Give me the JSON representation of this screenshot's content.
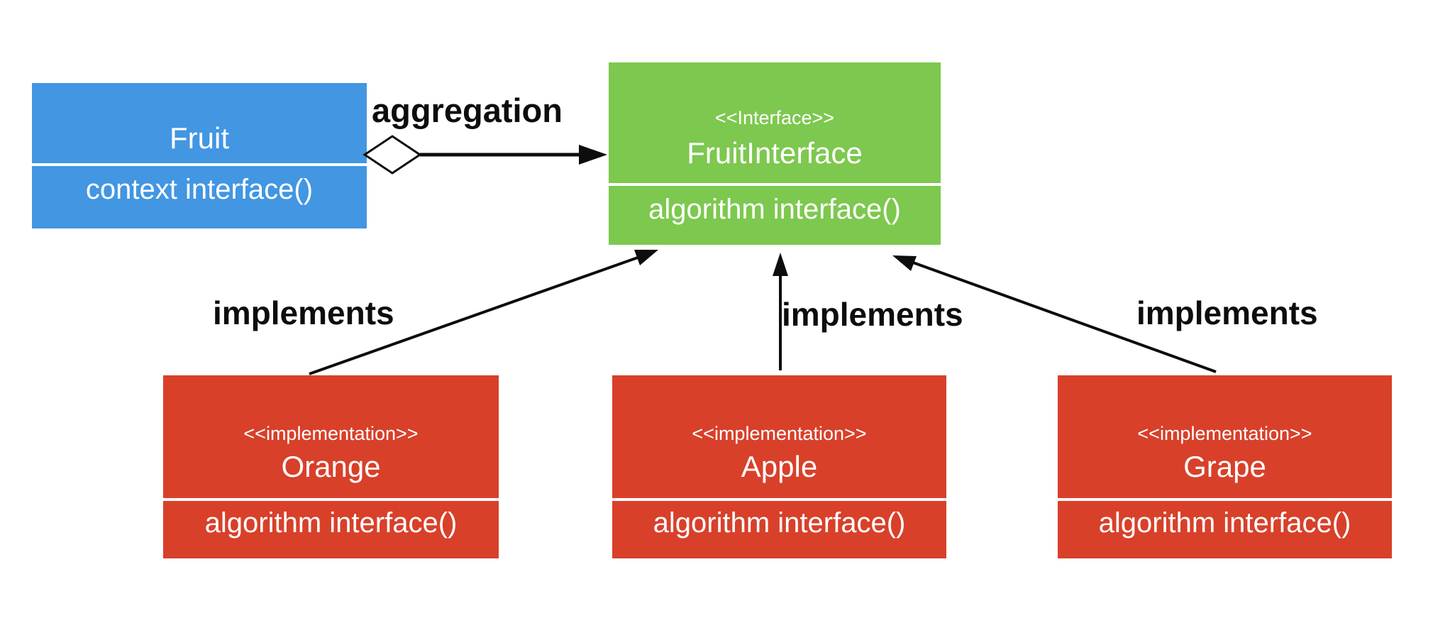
{
  "background": "#ffffff",
  "boxes": {
    "fruit": {
      "name": "Fruit",
      "method": "context interface()",
      "color": "#4296e2",
      "text_color": "#ffffff"
    },
    "fruit_interface": {
      "stereotype": "<<Interface>>",
      "name": "FruitInterface",
      "method": "algorithm interface()",
      "color": "#7dc84f",
      "text_color": "#ffffff"
    },
    "orange": {
      "stereotype": "<<implementation>>",
      "name": "Orange",
      "method": "algorithm interface()",
      "color": "#d8402a",
      "text_color": "#ffffff"
    },
    "apple": {
      "stereotype": "<<implementation>>",
      "name": "Apple",
      "method": "algorithm interface()",
      "color": "#d8402a",
      "text_color": "#ffffff"
    },
    "grape": {
      "stereotype": "<<implementation>>",
      "name": "Grape",
      "method": "algorithm interface()",
      "color": "#d8402a",
      "text_color": "#ffffff"
    }
  },
  "connectors": {
    "line_color": "#0d0d0d",
    "aggregation_label": "aggregation",
    "implements_label_orange": "implements",
    "implements_label_apple": "implements",
    "implements_label_grape": "implements"
  }
}
